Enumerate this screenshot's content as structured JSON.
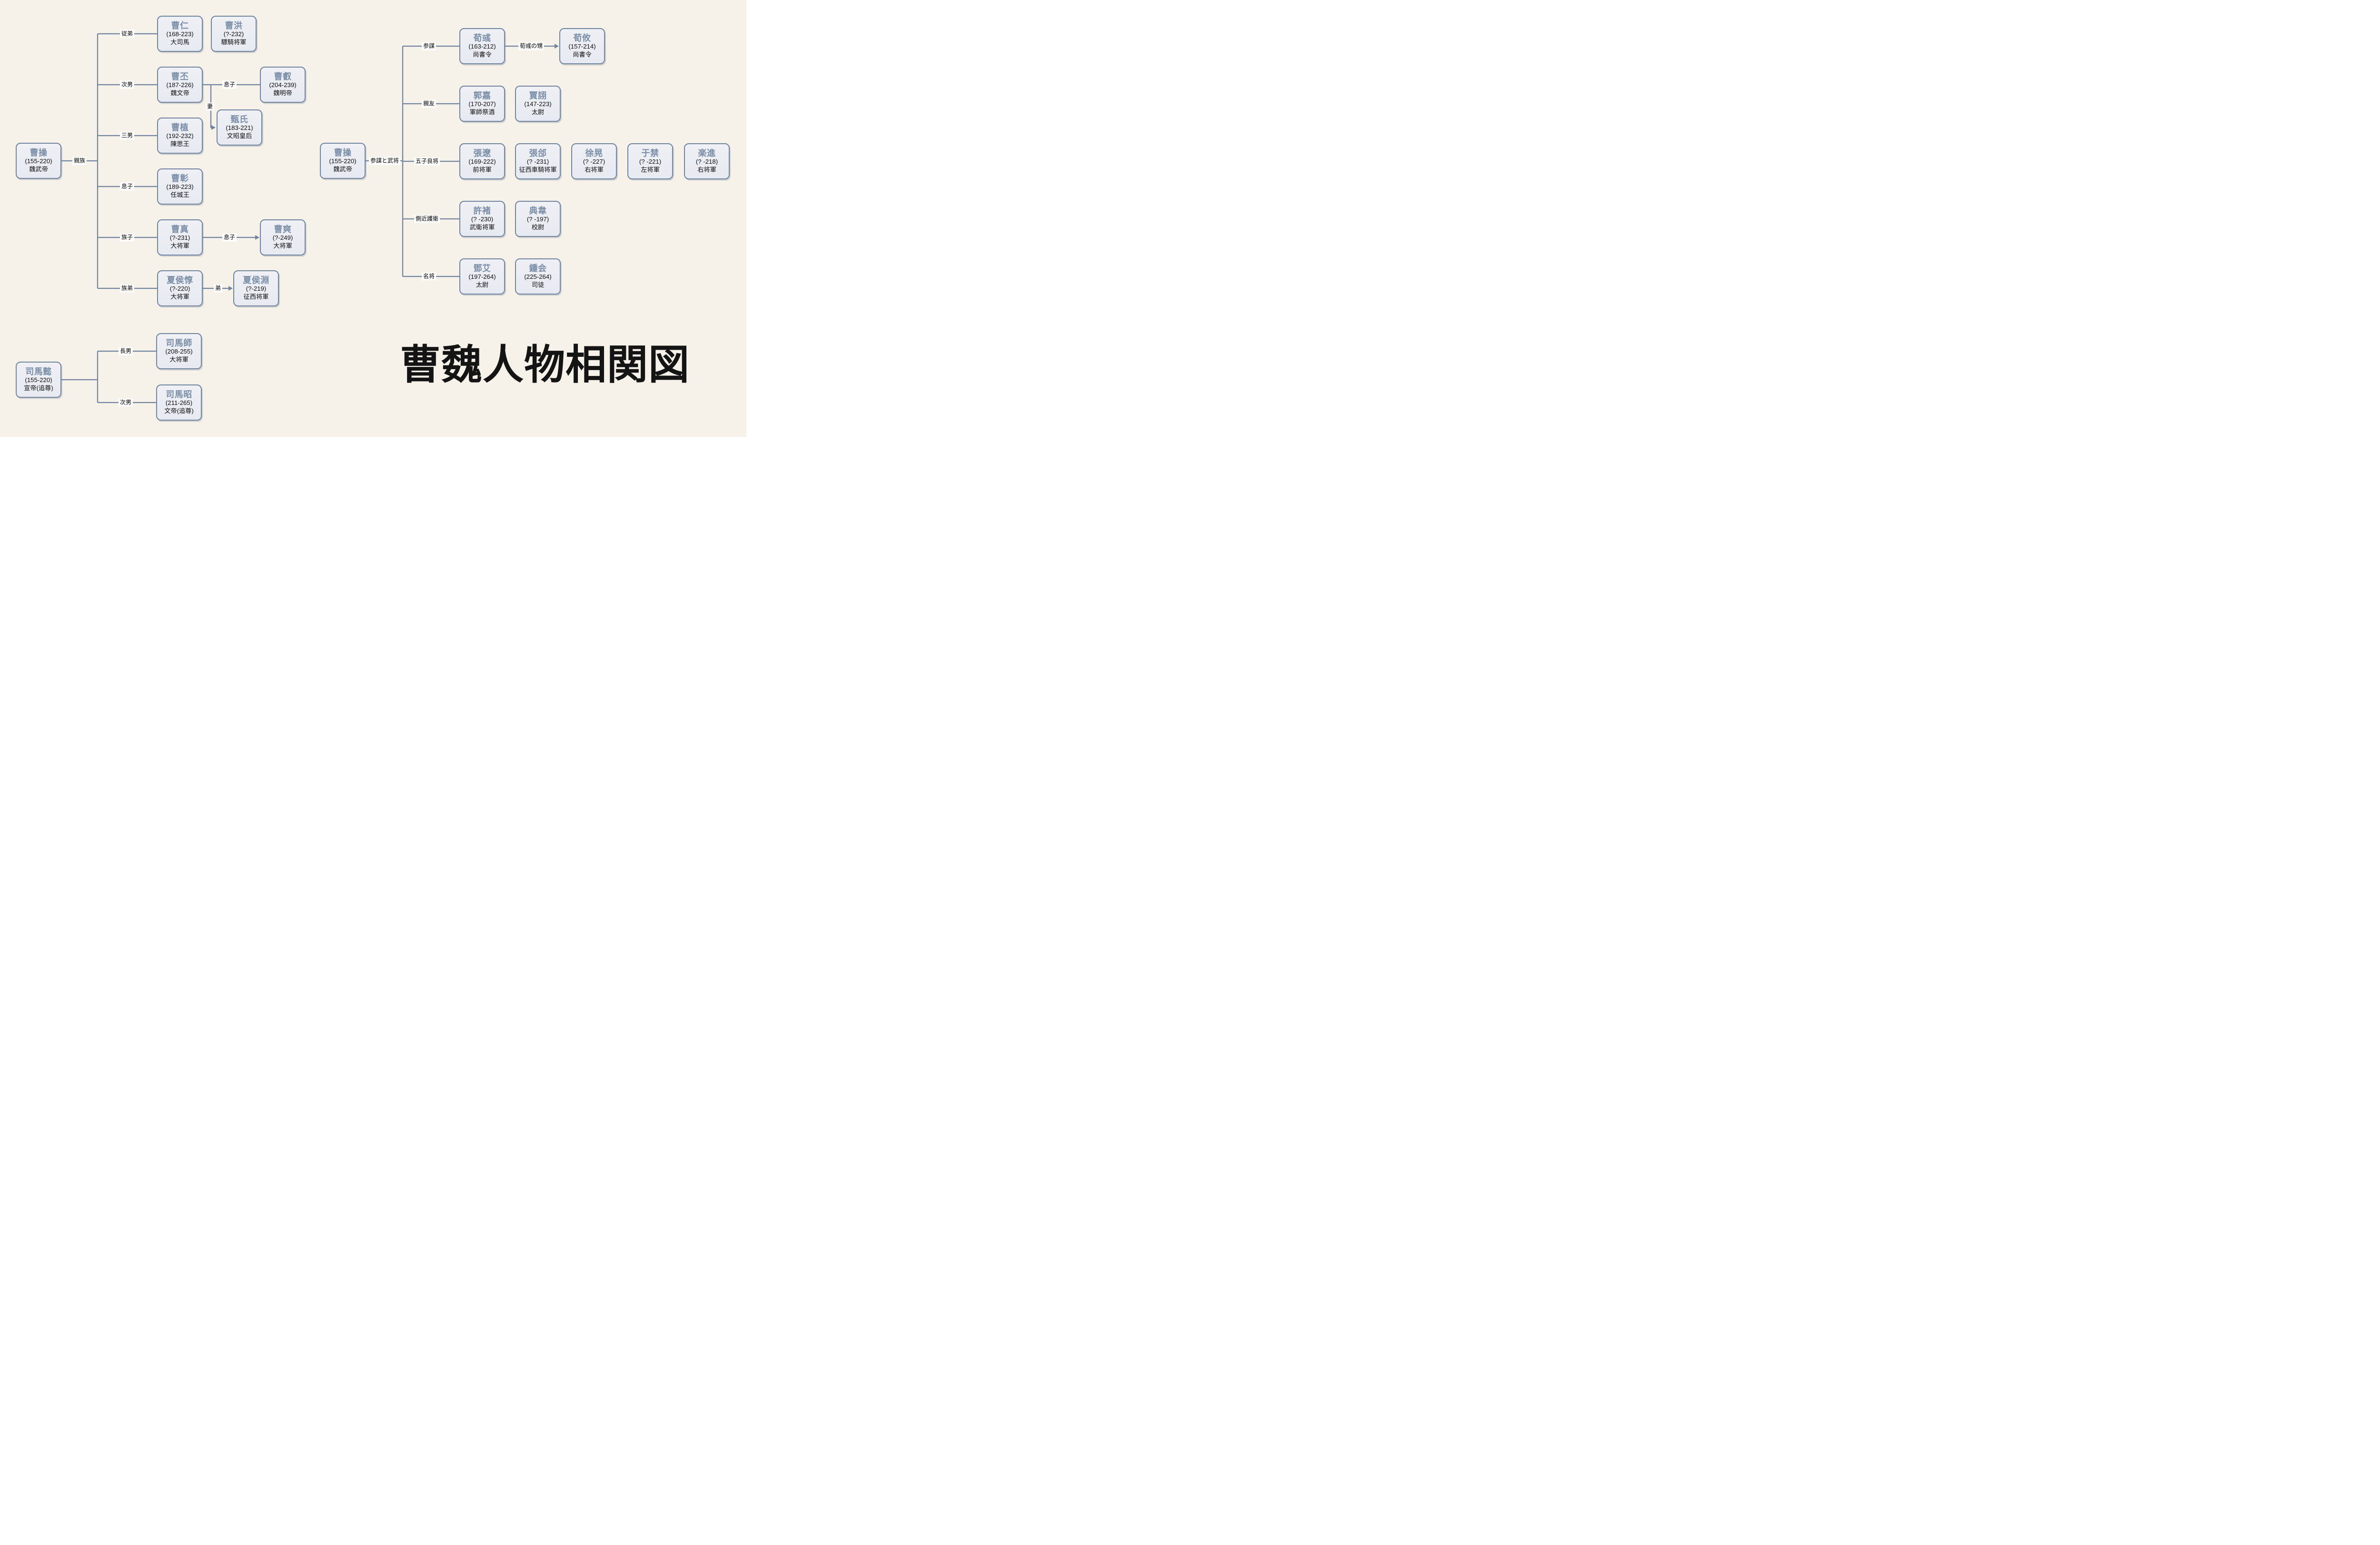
{
  "title": "曹魏人物相関図",
  "colors": {
    "background": "#f7f2e9",
    "node_fill": "#eaedf3",
    "node_border": "#7285a0",
    "connector_line": "#7285a0",
    "name_text": "#7b8ea8",
    "body_text": "#0d0d0d",
    "label_background": "#ffffff",
    "title_text": "#141414"
  },
  "nodes": {
    "caocao_family": {
      "name": "曹操",
      "dates": "(155-220)",
      "rank": "魏武帝"
    },
    "caoren": {
      "name": "曹仁",
      "dates": "(168-223)",
      "rank": "大司馬"
    },
    "caohong": {
      "name": "曹洪",
      "dates": "(?-232)",
      "rank": "驃騎将軍"
    },
    "caopi": {
      "name": "曹丕",
      "dates": "(187-226)",
      "rank": "魏文帝"
    },
    "caorui": {
      "name": "曹叡",
      "dates": "(204-239)",
      "rank": "魏明帝"
    },
    "zhenshi": {
      "name": "甄氏",
      "dates": "(183-221)",
      "rank": "文昭皇后"
    },
    "caozhi": {
      "name": "曹植",
      "dates": "(192-232)",
      "rank": "陳思王"
    },
    "caozhang": {
      "name": "曹彰",
      "dates": "(189-223)",
      "rank": "任城王"
    },
    "caozhen": {
      "name": "曹真",
      "dates": "(?-231)",
      "rank": "大将軍"
    },
    "caoshuang": {
      "name": "曹爽",
      "dates": "(?-249)",
      "rank": "大将軍"
    },
    "xiahoudun": {
      "name": "夏侯惇",
      "dates": "(?-220)",
      "rank": "大将軍"
    },
    "xiahouyuan": {
      "name": "夏侯淵",
      "dates": "(?-219)",
      "rank": "征西将軍"
    },
    "simayi": {
      "name": "司馬懿",
      "dates": "(155-220)",
      "rank": "宣帝(追尊)"
    },
    "simashi": {
      "name": "司馬師",
      "dates": "(208-255)",
      "rank": "大将軍"
    },
    "simazhao": {
      "name": "司馬昭",
      "dates": "(211-265)",
      "rank": "文帝(追尊)"
    },
    "caocao_retainers": {
      "name": "曹操",
      "dates": "(155-220)",
      "rank": "魏武帝"
    },
    "xunyu": {
      "name": "荀彧",
      "dates": "(163-212)",
      "rank": "尚書令"
    },
    "xunyou": {
      "name": "荀攸",
      "dates": "(157-214)",
      "rank": "尚書令"
    },
    "guojia": {
      "name": "郭嘉",
      "dates": "(170-207)",
      "rank": "軍師祭酒"
    },
    "jiaxu": {
      "name": "賈詡",
      "dates": "(147-223)",
      "rank": "太尉"
    },
    "zhangliao": {
      "name": "張遼",
      "dates": "(169-222)",
      "rank": "前将軍"
    },
    "zhanghe": {
      "name": "張郃",
      "dates": "(? -231)",
      "rank": "征西車騎将軍"
    },
    "xuhuang": {
      "name": "徐晃",
      "dates": "(? -227)",
      "rank": "右将軍"
    },
    "yujin": {
      "name": "于禁",
      "dates": "(? -221)",
      "rank": "左将軍"
    },
    "yuejin": {
      "name": "楽進",
      "dates": "(? -218)",
      "rank": "右将軍"
    },
    "xuchu": {
      "name": "許褚",
      "dates": "(? -230)",
      "rank": "武衛将軍"
    },
    "dianwei": {
      "name": "典韋",
      "dates": "(? -197)",
      "rank": "校尉"
    },
    "dengai": {
      "name": "鄧艾",
      "dates": "(197-264)",
      "rank": "太尉"
    },
    "zhonghui": {
      "name": "鍾会",
      "dates": "(225-264)",
      "rank": "司徒"
    }
  },
  "edge_labels": {
    "shinzoku": "親族",
    "judei": "従弟",
    "jinan_cao": "次男",
    "sannan": "三男",
    "musuko_caozhang": "息子",
    "zokushi": "族子",
    "zokutei": "族弟",
    "musuko_caorui": "息子",
    "tsuma": "妻",
    "musuko_caoshuang": "息子",
    "otouto": "弟",
    "chonan": "長男",
    "jinan_sima": "次男",
    "sanbo_to_busho": "参謀と武将",
    "sanbo": "参謀",
    "shinyu": "親友",
    "goshiryosho": "五子良将",
    "sokkin_goei": "側近護衛",
    "meisho": "名将",
    "junikuno_oi": "荀彧の甥"
  }
}
